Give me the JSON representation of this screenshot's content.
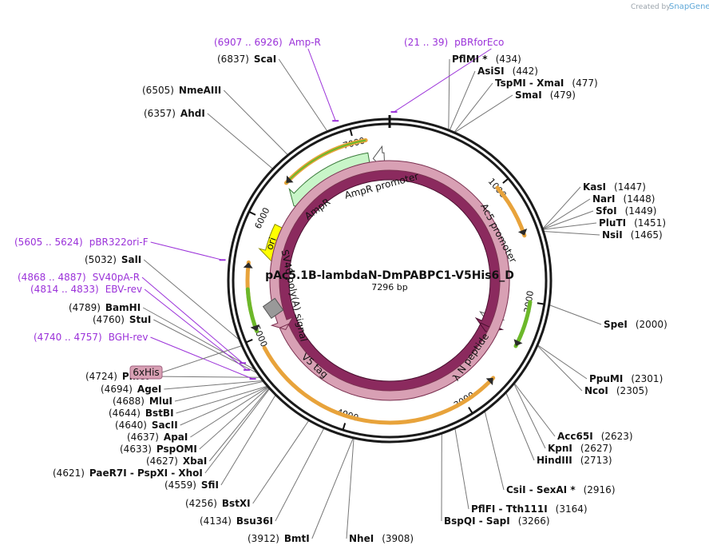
{
  "brand": {
    "created_by": "Created by",
    "name": "SnapGene"
  },
  "plasmid": {
    "name": "pAc5.1B-lambdaN-DmPABPC1-V5His6_D",
    "length_label": "7296 bp",
    "length": 7296
  },
  "ruler": [
    {
      "bp": 1000,
      "label": "1000"
    },
    {
      "bp": 2000,
      "label": "2000"
    },
    {
      "bp": 3000,
      "label": "3000"
    },
    {
      "bp": 4000,
      "label": "4000"
    },
    {
      "bp": 5000,
      "label": "5000"
    },
    {
      "bp": 6000,
      "label": "6000"
    },
    {
      "bp": 7000,
      "label": "7000"
    }
  ],
  "colors": {
    "backbone": "#1a1a1a",
    "primer": "#9b32d9",
    "amp_r": "#c8f5c8",
    "ori": "#ffff00",
    "orf_orange": "#e8a33b",
    "orf_green": "#6cb82a",
    "promoter": "#ffffff",
    "lambda_n": "#8b2a5e",
    "v5_tag": "#d8a0b4",
    "polya": "#999999",
    "his_badge": "#d8a0b4"
  },
  "features": [
    {
      "name": "AmpR promoter",
      "start": 7140,
      "end": 7245,
      "kind": "promoter"
    },
    {
      "name": "AmpR",
      "start": 6240,
      "end": 7100,
      "kind": "amp_r"
    },
    {
      "name": "ori",
      "start": 5660,
      "end": 6000,
      "kind": "ori"
    },
    {
      "name": "Ac5 promoter",
      "start": 120,
      "end": 2300,
      "kind": "promoter"
    },
    {
      "name": "λ N peptide",
      "start": 2330,
      "end": 2390,
      "kind": "lambda_n"
    },
    {
      "name": "V5 tag",
      "start": 4960,
      "end": 5000,
      "kind": "v5_tag"
    },
    {
      "name": "SV40 poly(A) signal",
      "start": 5140,
      "end": 5250,
      "kind": "polya"
    },
    {
      "name": "6xHis",
      "kind": "his_badge"
    }
  ],
  "orfs": [
    {
      "start": 6350,
      "end": 7100,
      "color": "orange_green",
      "dir": -1
    },
    {
      "start": 1000,
      "end": 1450,
      "color": "orange",
      "dir": 1
    },
    {
      "start": 2000,
      "end": 2380,
      "color": "green",
      "dir": 1
    },
    {
      "start": 2700,
      "end": 4900,
      "color": "orange",
      "dir": -1
    },
    {
      "start": 5200,
      "end": 5620,
      "color": "orange",
      "dir": 1
    },
    {
      "start": 5050,
      "end": 5400,
      "color": "green",
      "dir": -1
    }
  ],
  "primers": [
    {
      "name": "Amp-R",
      "range": "(6907 .. 6926)",
      "bp": 6916
    },
    {
      "name": "pBRforEco",
      "range": "(21 .. 39)",
      "bp": 30
    },
    {
      "name": "pBR322ori-F",
      "range": "(5605 .. 5624)",
      "bp": 5614
    },
    {
      "name": "SV40pA-R",
      "range": "(4868 .. 4887)",
      "bp": 4878
    },
    {
      "name": "EBV-rev",
      "range": "(4814 .. 4833)",
      "bp": 4823
    },
    {
      "name": "BGH-rev",
      "range": "(4740 .. 4757)",
      "bp": 4749
    }
  ],
  "sites": [
    {
      "pos": "(6837)",
      "name": "ScaI",
      "bp": 6837
    },
    {
      "pos": "(6505)",
      "name": "NmeAIII",
      "bp": 6505
    },
    {
      "pos": "(6357)",
      "name": "AhdI",
      "bp": 6357
    },
    {
      "pos": "(434)",
      "name": "PflMI *",
      "bp": 434
    },
    {
      "pos": "(442)",
      "name": "AsiSI",
      "bp": 442
    },
    {
      "pos": "(477)",
      "name": "TspMI  -  XmaI",
      "bp": 477
    },
    {
      "pos": "(479)",
      "name": "SmaI",
      "bp": 479
    },
    {
      "pos": "(1447)",
      "name": "KasI",
      "bp": 1447
    },
    {
      "pos": "(1448)",
      "name": "NarI",
      "bp": 1448
    },
    {
      "pos": "(1449)",
      "name": "SfoI",
      "bp": 1449
    },
    {
      "pos": "(1451)",
      "name": "PluTI",
      "bp": 1451
    },
    {
      "pos": "(1465)",
      "name": "NsiI",
      "bp": 1465
    },
    {
      "pos": "(2000)",
      "name": "SpeI",
      "bp": 2000
    },
    {
      "pos": "(2301)",
      "name": "PpuMI",
      "bp": 2301
    },
    {
      "pos": "(2305)",
      "name": "NcoI",
      "bp": 2305
    },
    {
      "pos": "(2623)",
      "name": "Acc65I",
      "bp": 2623
    },
    {
      "pos": "(2627)",
      "name": "KpnI",
      "bp": 2627
    },
    {
      "pos": "(2713)",
      "name": "HindIII",
      "bp": 2713
    },
    {
      "pos": "(2916)",
      "name": "CsiI  -  SexAI *",
      "bp": 2916
    },
    {
      "pos": "(3164)",
      "name": "PflFI  -  Tth111I",
      "bp": 3164
    },
    {
      "pos": "(3266)",
      "name": "BspQI  -  SapI",
      "bp": 3266
    },
    {
      "pos": "(3908)",
      "name": "NheI",
      "bp": 3908
    },
    {
      "pos": "(3912)",
      "name": "BmtI",
      "bp": 3912
    },
    {
      "pos": "(4134)",
      "name": "Bsu36I",
      "bp": 4134
    },
    {
      "pos": "(4256)",
      "name": "BstXI",
      "bp": 4256
    },
    {
      "pos": "(4559)",
      "name": "SfiI",
      "bp": 4559
    },
    {
      "pos": "(4621)",
      "name": "PaeR7I  -  PspXI  -  XhoI",
      "bp": 4621
    },
    {
      "pos": "(4627)",
      "name": "XbaI",
      "bp": 4627
    },
    {
      "pos": "(4633)",
      "name": "PspOMI",
      "bp": 4633
    },
    {
      "pos": "(4637)",
      "name": "ApaI",
      "bp": 4637
    },
    {
      "pos": "(4640)",
      "name": "SacII",
      "bp": 4640
    },
    {
      "pos": "(4644)",
      "name": "BstBI",
      "bp": 4644
    },
    {
      "pos": "(4688)",
      "name": "MluI",
      "bp": 4688
    },
    {
      "pos": "(4694)",
      "name": "AgeI",
      "bp": 4694
    },
    {
      "pos": "(4724)",
      "name": "PmeI",
      "bp": 4724
    },
    {
      "pos": "(4760)",
      "name": "StuI",
      "bp": 4760
    },
    {
      "pos": "(4789)",
      "name": "BamHI",
      "bp": 4789
    },
    {
      "pos": "(5032)",
      "name": "SalI",
      "bp": 5032
    }
  ]
}
